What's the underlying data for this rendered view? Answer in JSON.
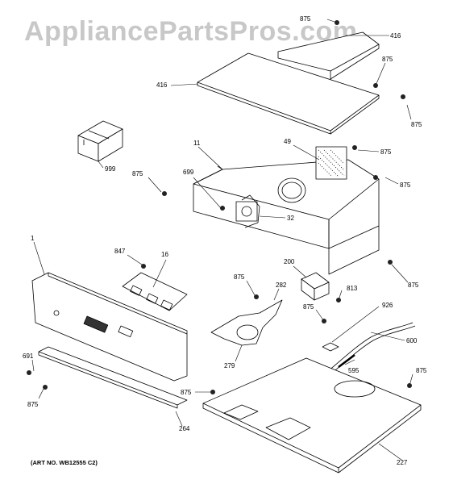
{
  "watermark": "AppliancePartsPros.com",
  "art_number": "(ART NO. WB12555 C2)",
  "callouts": {
    "c875_top": "875",
    "c416_top": "416",
    "c875_r1": "875",
    "c416": "416",
    "c875_r2": "875",
    "c999": "999",
    "c11": "11",
    "c49": "49",
    "c875_r3": "875",
    "c875_l1": "875",
    "c699": "699",
    "c875_r4": "875",
    "c32": "32",
    "c1": "1",
    "c847": "847",
    "c16": "16",
    "c200": "200",
    "c875_r5": "875",
    "c875_m1": "875",
    "c282": "282",
    "c813": "813",
    "c875_m2": "875",
    "c926": "926",
    "c600": "600",
    "c279": "279",
    "c595": "595",
    "c691": "691",
    "c875_r6": "875",
    "c875_l2": "875",
    "c875_m3": "875",
    "c264": "264",
    "c227": "227"
  }
}
